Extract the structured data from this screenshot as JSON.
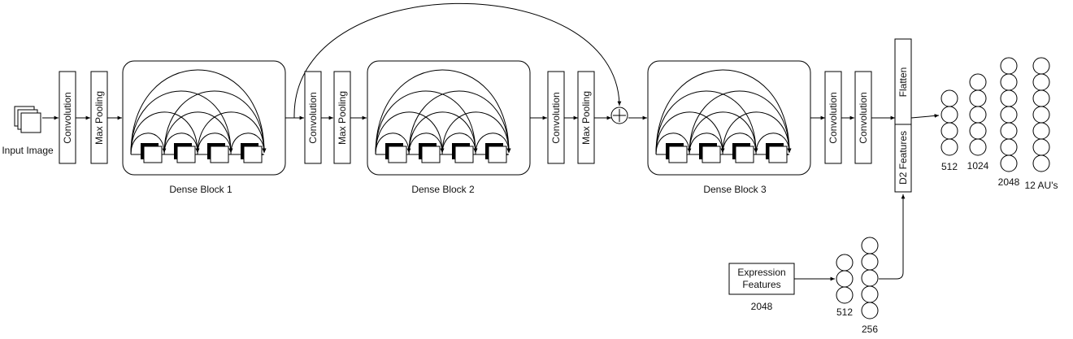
{
  "input": {
    "label": "Input Image"
  },
  "layers": {
    "conv_1": "Convolution",
    "pool_1": "Max Pooling",
    "dense_1": "Dense Block 1",
    "conv_2": "Convolution",
    "pool_2": "Max Pooling",
    "dense_2": "Dense Block 2",
    "conv_3": "Convolution",
    "pool_3": "Max Pooling",
    "dense_3": "Dense Block 3",
    "conv_4": "Convolution",
    "conv_5": "Convolution",
    "flatten": "Flatten",
    "d2_features": "D2 Features"
  },
  "expression": {
    "line1": "Expression",
    "line2": "Features",
    "size": "2048"
  },
  "expr_fc": [
    {
      "label": "512",
      "nodes": 3
    },
    {
      "label": "256",
      "nodes": 5
    }
  ],
  "head_fc": [
    {
      "label": "512",
      "nodes": 4
    },
    {
      "label": "1024",
      "nodes": 5
    },
    {
      "label": "2048",
      "nodes": 7
    },
    {
      "label": "12 AU's",
      "nodes": 7
    }
  ]
}
